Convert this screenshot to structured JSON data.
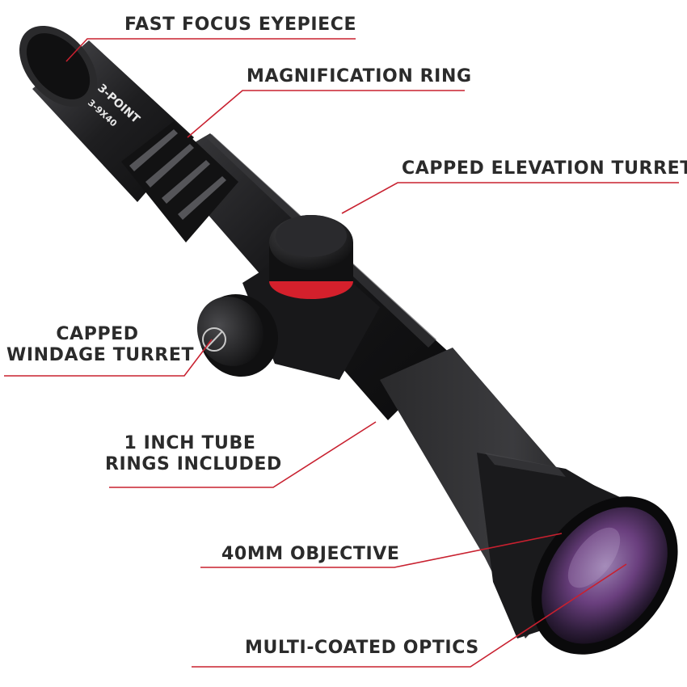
{
  "callouts": {
    "eyepiece": "FAST FOCUS EYEPIECE",
    "magnification": "MAGNIFICATION RING",
    "elevation": "CAPPED ELEVATION TURRET",
    "windage_line1": "CAPPED",
    "windage_line2": "WINDAGE TURRET",
    "tube_line1": "1 INCH TUBE",
    "tube_line2": "RINGS INCLUDED",
    "objective": "40MM OBJECTIVE",
    "optics": "MULTI-COATED OPTICS"
  },
  "product_marking": {
    "model": "3-POINT",
    "power": "3-9X40"
  },
  "colors": {
    "callout_line": "#c8202f",
    "label_text": "#2b2b2b",
    "scope_body": "#1c1c1e",
    "turret_ring_accent": "#d4202c",
    "lens_coating": "#7a4a8a"
  }
}
